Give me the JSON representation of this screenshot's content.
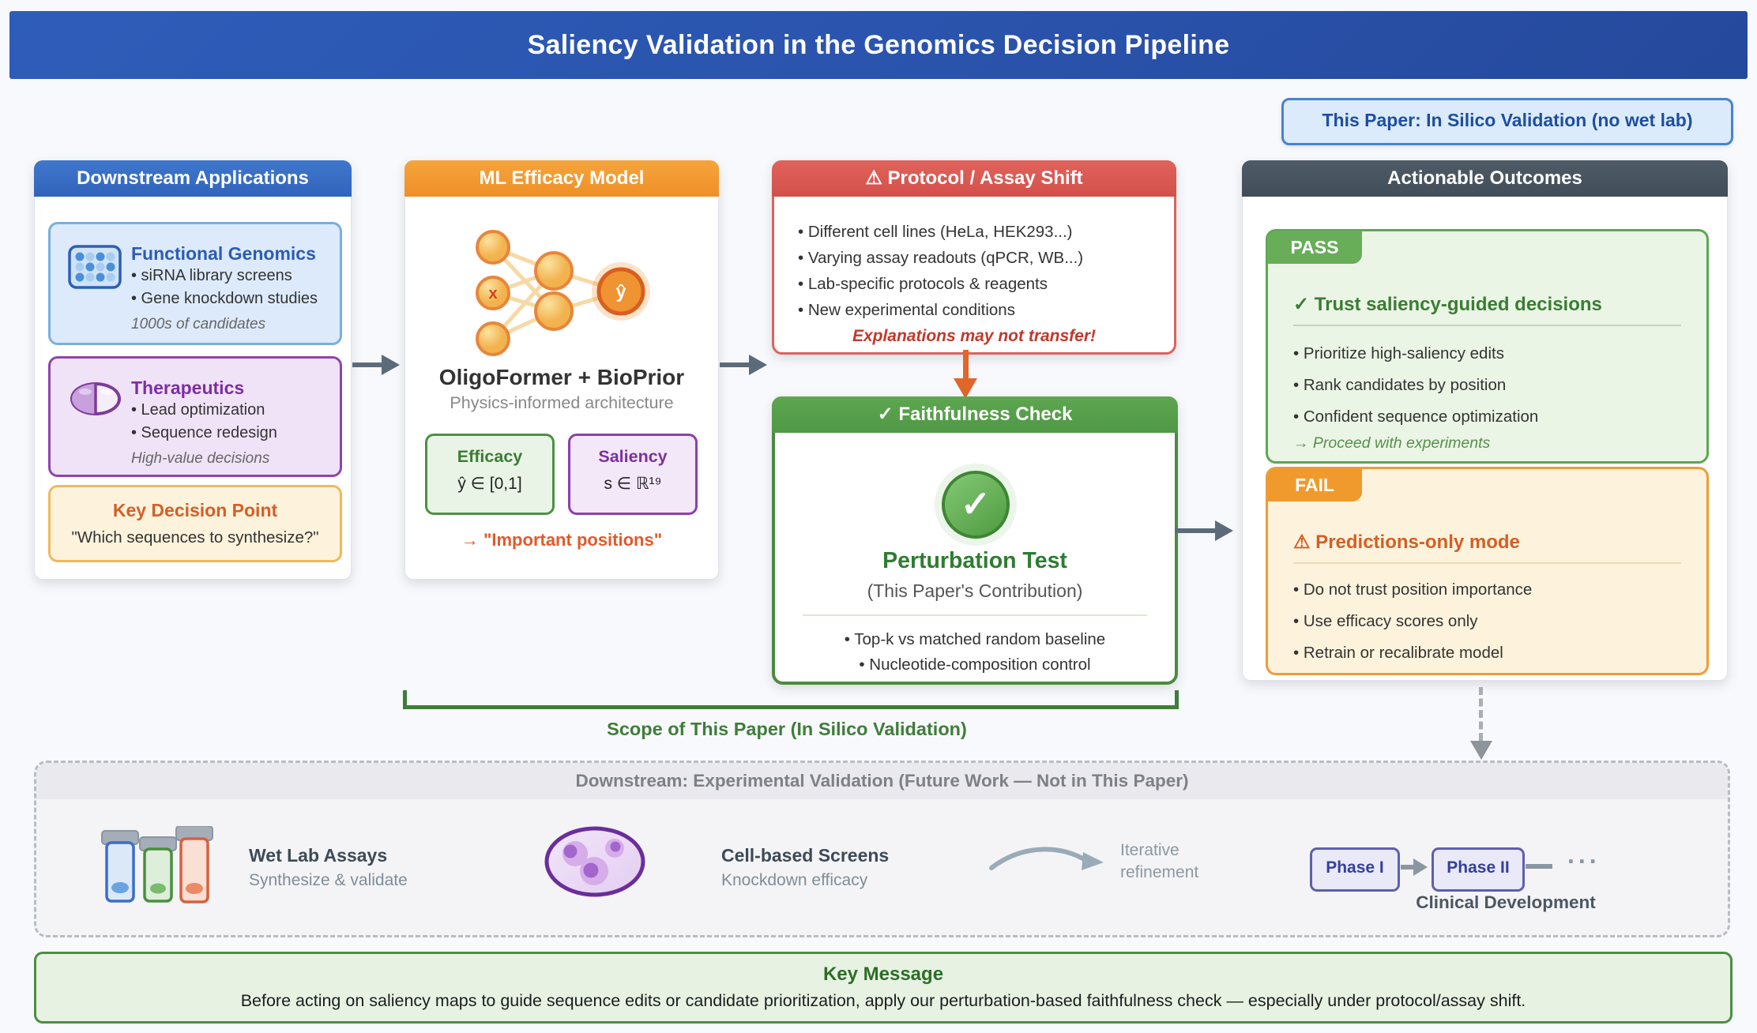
{
  "title": "Saliency Validation in the Genomics Decision Pipeline",
  "paper_badge": "This Paper: In Silico Validation (no wet lab)",
  "colors": {
    "header_blue": "#2a53ac",
    "apps_blue": "#3164ba",
    "model_orange": "#ef8f27",
    "shift_red": "#d3504a",
    "check_green": "#4f9845",
    "outcomes_slate": "#414e59",
    "pass_green": "#68ad58",
    "fail_orange": "#f09a2e",
    "accent_warn": "#e0662a"
  },
  "apps": {
    "header": "Downstream Applications",
    "functional_genomics": {
      "title": "Functional Genomics",
      "bullets": [
        "• siRNA library screens",
        "• Gene knockdown studies"
      ],
      "note": "1000s of candidates"
    },
    "therapeutics": {
      "title": "Therapeutics",
      "bullets": [
        "• Lead optimization",
        "• Sequence redesign"
      ],
      "note": "High-value decisions"
    },
    "decision": {
      "title": "Key Decision Point",
      "text": "\"Which sequences to synthesize?\""
    }
  },
  "model": {
    "header": "ML Efficacy Model",
    "input_label": "x",
    "output_label": "ŷ",
    "name": "OligoFormer + BioPrior",
    "subtitle": "Physics-informed architecture",
    "efficacy": {
      "title": "Efficacy",
      "formula": "ŷ ∈ [0,1]"
    },
    "saliency": {
      "title": "Saliency",
      "formula": "s ∈ ℝ¹⁹"
    },
    "note": "→ \"Important positions\""
  },
  "shift": {
    "header": "⚠ Protocol / Assay Shift",
    "bullets": [
      "• Different cell lines (HeLa, HEK293...)",
      "• Varying assay readouts (qPCR, WB...)",
      "• Lab-specific protocols & reagents",
      "• New experimental conditions"
    ],
    "warning": "Explanations may not transfer!"
  },
  "check": {
    "header": "✓ Faithfulness Check",
    "check_glyph": "✓",
    "title": "Perturbation Test",
    "subtitle": "(This Paper's Contribution)",
    "bullets": [
      "• Top-k vs matched random baseline",
      "• Nucleotide-composition control"
    ]
  },
  "outcomes": {
    "header": "Actionable Outcomes",
    "pass": {
      "badge": "PASS",
      "title": "✓ Trust saliency-guided decisions",
      "bullets": [
        "• Prioritize high-saliency edits",
        "• Rank candidates by position",
        "• Confident sequence optimization"
      ],
      "note": "→ Proceed with experiments"
    },
    "fail": {
      "badge": "FAIL",
      "title": "⚠ Predictions-only mode",
      "bullets": [
        "• Do not trust position importance",
        "• Use efficacy scores only",
        "• Retrain or recalibrate model"
      ]
    }
  },
  "scope_label": "Scope of This Paper (In Silico Validation)",
  "downstream": {
    "header": "Downstream: Experimental Validation (Future Work — Not in This Paper)",
    "wet_lab": {
      "title": "Wet Lab Assays",
      "subtitle": "Synthesize & validate"
    },
    "cells": {
      "title": "Cell-based Screens",
      "subtitle": "Knockdown efficacy"
    },
    "iterative": "Iterative refinement",
    "phase1": "Phase I",
    "phase2": "Phase II",
    "dots": "...",
    "clinical": "Clinical Development"
  },
  "key_message": {
    "title": "Key Message",
    "body": "Before acting on saliency maps to guide sequence edits or candidate prioritization, apply our perturbation-based faithfulness check — especially under protocol/assay shift."
  }
}
